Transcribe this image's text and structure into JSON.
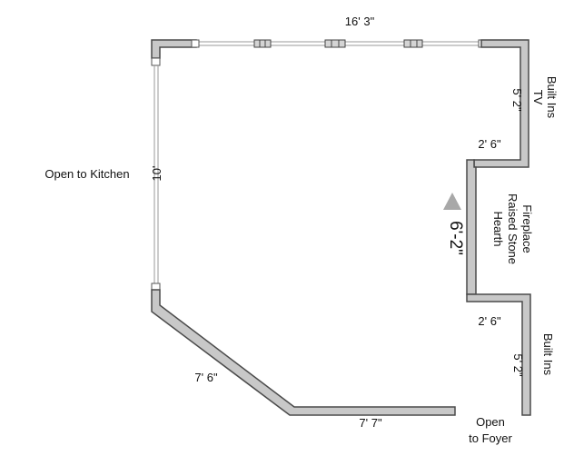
{
  "plan": {
    "room_width": "16' 3\"",
    "kitchen_opening_height": "10'",
    "kitchen_opening_label": "Open to Kitchen",
    "upper_builtin_depth": "5' 2\"",
    "upper_builtin_label_line1": "Built Ins",
    "upper_builtin_label_line2": "TV",
    "fireplace_top_return": "2' 6\"",
    "fireplace_length": "6'-2\"",
    "fireplace_label_line1": "Fireplace",
    "fireplace_label_line2": "Raised Stone",
    "fireplace_label_line3": "Hearth",
    "fireplace_bottom_return": "2' 6\"",
    "lower_builtin_depth": "5' 2\"",
    "lower_builtin_label": "Built Ins",
    "angled_wall_length": "7' 6\"",
    "bottom_wall_length": "7' 7\"",
    "foyer_label_line1": "Open",
    "foyer_label_line2": "to Foyer"
  }
}
